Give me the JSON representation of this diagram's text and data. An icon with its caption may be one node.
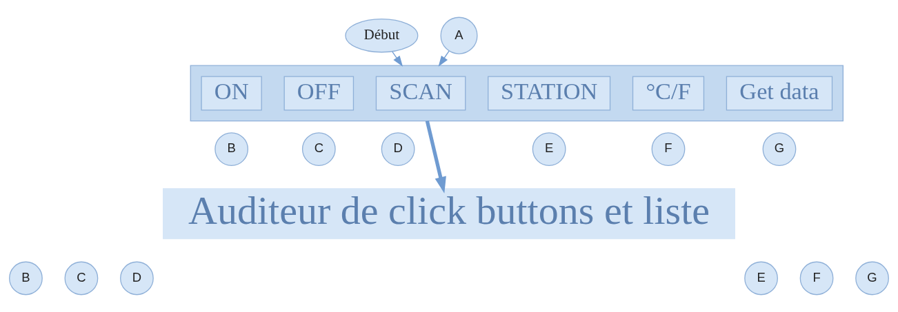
{
  "diagram": {
    "nodes": [
      {
        "text": [
          "Début"
        ]
      },
      {
        "text": [
          "A"
        ]
      },
      {
        "text": [],
        "shape": "bar"
      },
      {
        "text": [
          "ON"
        ],
        "in": 2
      },
      {
        "text": [
          "OFF"
        ],
        "in": 2
      },
      {
        "text": [
          "SCAN"
        ],
        "in": 2
      },
      {
        "text": [
          "STATION"
        ],
        "in": 2
      },
      {
        "text": [
          "°C/F"
        ],
        "in": 2
      },
      {
        "text": [
          "Get data"
        ],
        "in": 2
      },
      {
        "text": [
          "B"
        ]
      },
      {
        "text": [
          "C"
        ]
      },
      {
        "text": [
          "D"
        ]
      },
      {
        "text": [
          "E"
        ]
      },
      {
        "text": [
          "F"
        ]
      },
      {
        "text": [
          "G"
        ]
      },
      {
        "text": [
          "Auditeur de click buttons et liste"
        ]
      },
      {
        "text": [
          "B"
        ]
      },
      {
        "text": [
          "C"
        ]
      },
      {
        "text": [
          "D"
        ]
      },
      {
        "text": [
          "E"
        ]
      },
      {
        "text": [
          "F"
        ]
      },
      {
        "text": [
          "G"
        ]
      }
    ],
    "edges": [
      {
        "from": 0,
        "to": 2,
        "arrow": "to"
      },
      {
        "from": 1,
        "to": 2,
        "arrow": "to"
      },
      {
        "from": 2,
        "to": 15,
        "arrow": "to",
        "style": "thick"
      }
    ]
  }
}
